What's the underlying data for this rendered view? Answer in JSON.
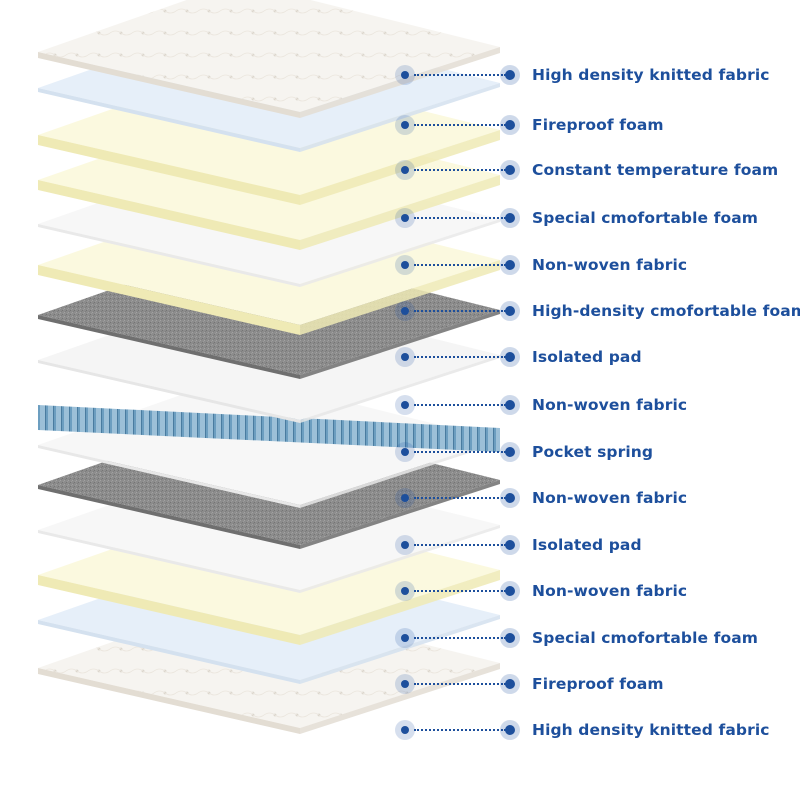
{
  "colors": {
    "label": "#1d4f9c",
    "knitted": "#f4f1ec",
    "fireproof": "#e6eff9",
    "cream_foam": "#fbf9df",
    "cream_edge": "#efeab5",
    "nonwoven": "#f7f7f7",
    "isolated_pad": "#8a8a8a",
    "spring": "#6a9cbd"
  },
  "layers": [
    {
      "label": "High density knitted fabric",
      "material": "knitted",
      "icon": "quilted-fabric-icon"
    },
    {
      "label": "Fireproof  foam",
      "material": "fireproof"
    },
    {
      "label": "Constant temperature foam",
      "material": "cream_foam"
    },
    {
      "label": "Special  cmofortable foam",
      "material": "cream_foam"
    },
    {
      "label": "Non-woven fabric",
      "material": "nonwoven"
    },
    {
      "label": "High-density cmofortable foam",
      "material": "cream_foam"
    },
    {
      "label": "Isolated pad",
      "material": "isolated_pad"
    },
    {
      "label": "Non-woven fabric",
      "material": "nonwoven"
    },
    {
      "label": "Pocket spring",
      "material": "spring"
    },
    {
      "label": "Non-woven fabric",
      "material": "nonwoven"
    },
    {
      "label": "Isolated pad",
      "material": "isolated_pad"
    },
    {
      "label": "Non-woven fabric",
      "material": "nonwoven"
    },
    {
      "label": "Special  cmofortable foam",
      "material": "cream_foam"
    },
    {
      "label": "Fireproof  foam",
      "material": "fireproof"
    },
    {
      "label": "High density knitted fabric",
      "material": "knitted"
    }
  ]
}
